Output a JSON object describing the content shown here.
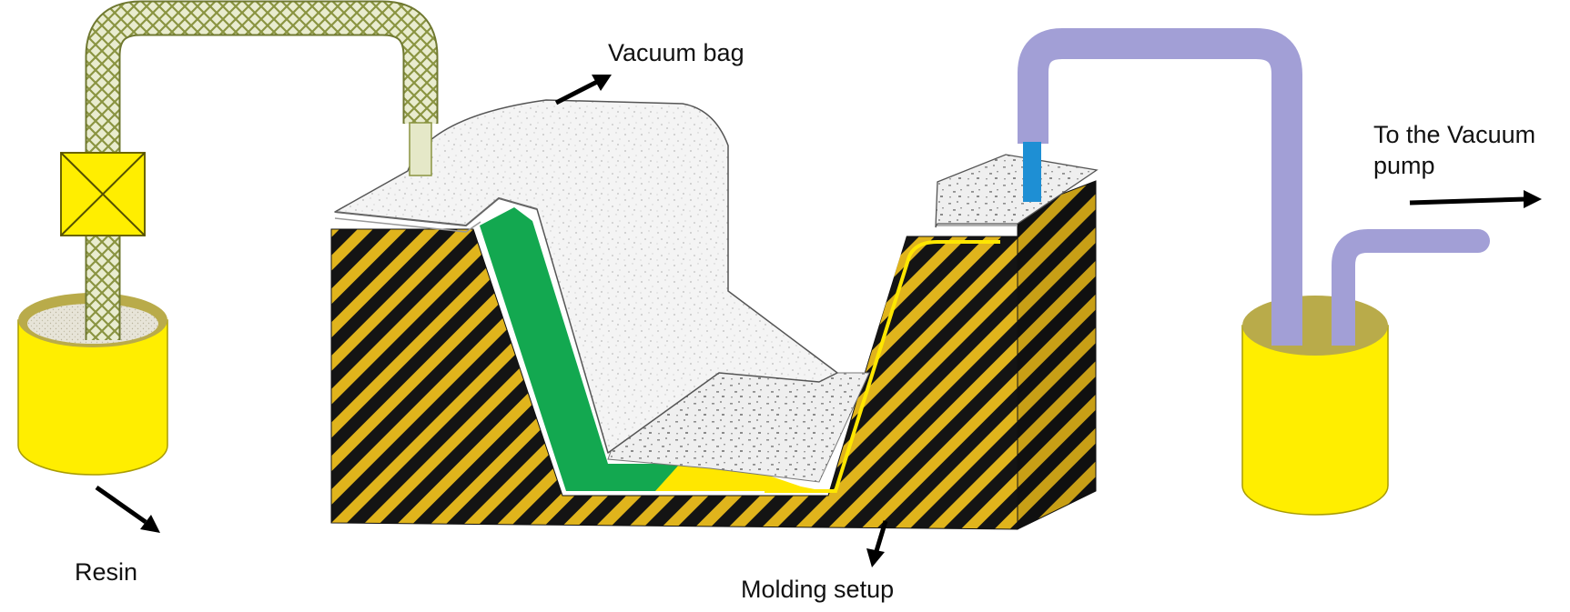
{
  "labels": {
    "vacuum_bag": "Vacuum bag",
    "to_pump_line1": "To the Vacuum",
    "to_pump_line2": "pump",
    "resin": "Resin",
    "molding_setup": "Molding setup"
  },
  "colors": {
    "container_yellow": "#ffee00",
    "container_top": "#b9ab4a",
    "resin_fill": "#e7e4d8",
    "mold_stripe_dark": "#141414",
    "mold_stripe_yellow": "#e0b41c",
    "preform_green": "#13a850",
    "resin_front_yellow": "#ffe700",
    "vacuum_hose": "#a29fd6",
    "inlet_hose": "#e9eccf",
    "outlet_tip": "#1e8fd4",
    "bag_white": "#f6f6f6"
  }
}
